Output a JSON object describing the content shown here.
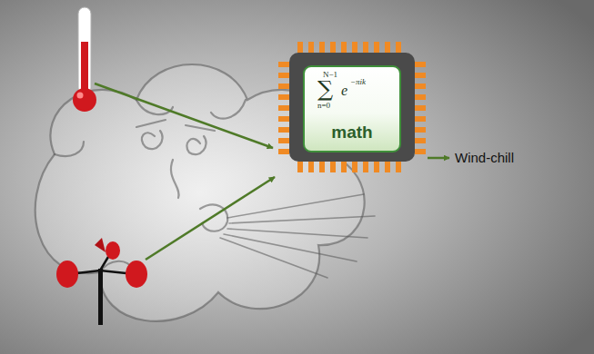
{
  "diagram": {
    "nodes": [
      {
        "text": [
          "N−1",
          "∑",
          "n=0",
          "e",
          "−πik",
          "math"
        ]
      }
    ],
    "labels": [
      "Wind-chill"
    ]
  }
}
